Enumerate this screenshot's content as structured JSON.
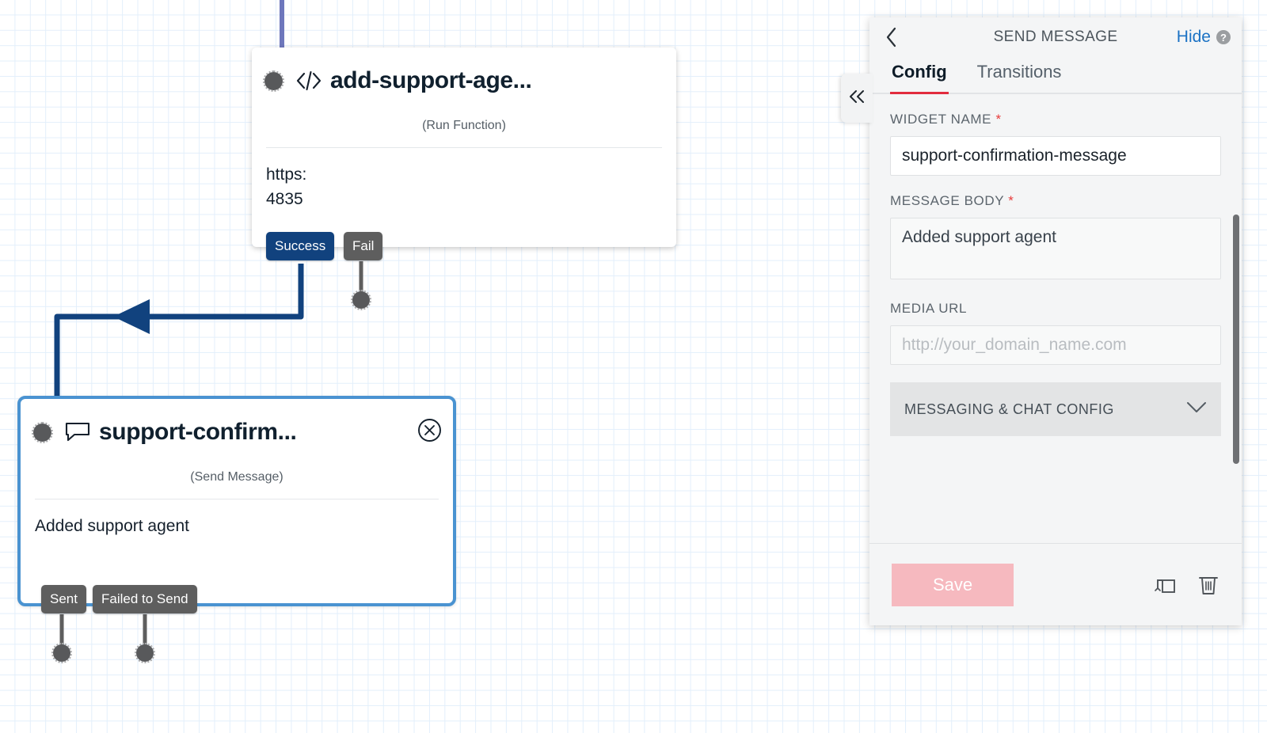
{
  "canvas": {
    "nodes": [
      {
        "id": "add-support-agent",
        "title": "add-support-age...",
        "subtitle": "(Run Function)",
        "icon": "code-brackets-icon",
        "body_line_1": "https:",
        "body_line_2": "4835",
        "transitions": [
          {
            "label": "Success",
            "style": "blue"
          },
          {
            "label": "Fail",
            "style": "gray"
          }
        ]
      },
      {
        "id": "support-confirmation-message",
        "title": "support-confirm...",
        "subtitle": "(Send Message)",
        "icon": "chat-bubble-icon",
        "body_line_1": "Added support agent",
        "selected": true,
        "transitions": [
          {
            "label": "Sent",
            "style": "gray"
          },
          {
            "label": "Failed to Send",
            "style": "gray"
          }
        ]
      }
    ],
    "colors": {
      "grid_line": "#e3effb",
      "edge_selected": "#11427e",
      "edge_incoming": "#6e77bc",
      "node_selected_border": "#4a93d1",
      "chip_blue": "#11427e",
      "chip_gray": "#5e5e5e"
    }
  },
  "panel": {
    "back_label": "back-chevron",
    "title": "SEND MESSAGE",
    "hide_label": "Hide",
    "help_label": "?",
    "tabs": [
      {
        "label": "Config",
        "active": true
      },
      {
        "label": "Transitions",
        "active": false
      }
    ],
    "fields": {
      "widget_name": {
        "label": "WIDGET NAME",
        "required": "*",
        "value": "support-confirmation-message",
        "placeholder": ""
      },
      "message_body": {
        "label": "MESSAGE BODY",
        "required": "*",
        "value": "Added support agent",
        "placeholder": ""
      },
      "media_url": {
        "label": "MEDIA URL",
        "required": "",
        "value": "",
        "placeholder": "http://your_domain_name.com"
      }
    },
    "accordion": {
      "label": "MESSAGING & CHAT CONFIG",
      "chevron": "chevron-down-icon"
    },
    "footer": {
      "save_label": "Save",
      "duplicate_icon": "duplicate-icon",
      "delete_icon": "trash-icon"
    },
    "accent_color": "#e22c3e",
    "save_color": "#f6b9bf"
  },
  "collapse_tab": {
    "icon": "double-chevron-left-icon"
  }
}
